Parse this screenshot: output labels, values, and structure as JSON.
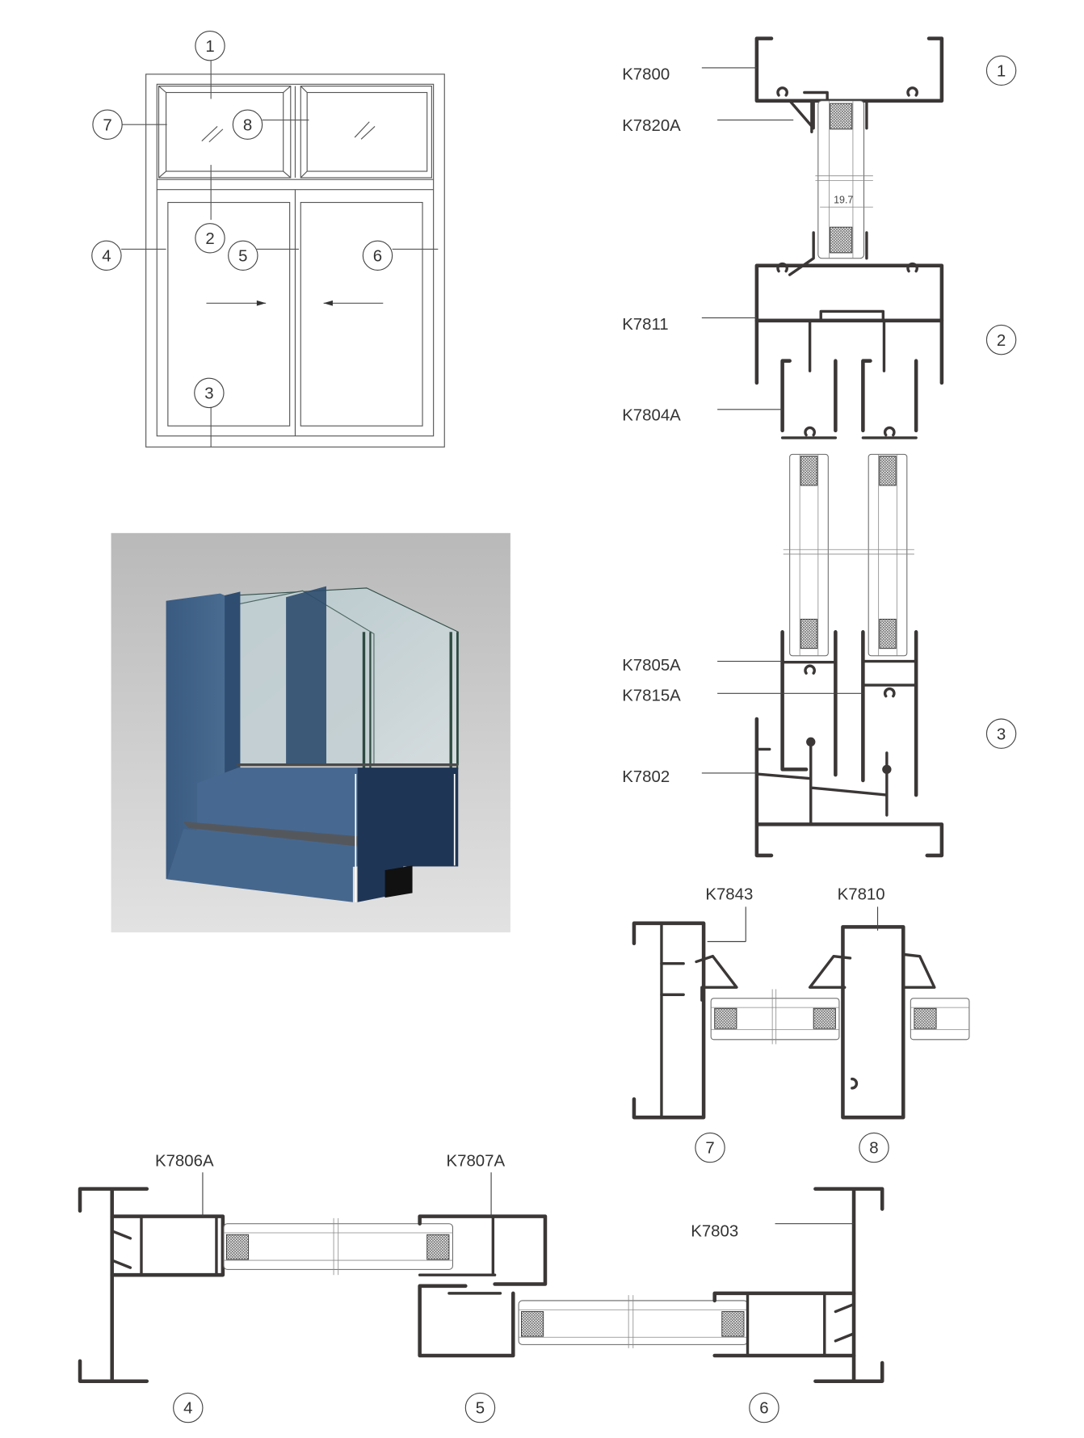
{
  "title": "Sliding window system section drawings",
  "elevation": {
    "callouts": [
      "1",
      "2",
      "3",
      "4",
      "5",
      "6",
      "7",
      "8"
    ],
    "arrows": [
      "slide-right",
      "slide-left"
    ]
  },
  "render_photo": {
    "description": "3D cutaway render of blue aluminium sliding window profile with double glazing",
    "frame_color": "#3f5f82",
    "background_color": "#c8c8c8"
  },
  "vertical_section": {
    "labels": [
      "K7800",
      "K7820A",
      "K7811",
      "K7804A",
      "K7805A",
      "K7815A",
      "K7802"
    ],
    "callouts": [
      "1",
      "2",
      "3"
    ],
    "dimension": "19.7"
  },
  "fixed_mullion_section": {
    "labels": [
      "K7843",
      "K7810"
    ],
    "callouts": [
      "7",
      "8"
    ]
  },
  "horizontal_section": {
    "labels": [
      "K7806A",
      "K7807A",
      "K7803"
    ],
    "callouts": [
      "4",
      "5",
      "6"
    ]
  },
  "colors": {
    "profile": "#3b3737",
    "line": "#555555"
  }
}
